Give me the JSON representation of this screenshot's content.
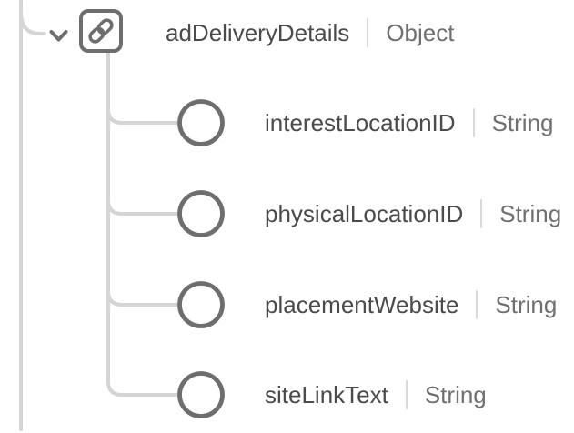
{
  "colors": {
    "bg": "#ffffff",
    "name-text": "#4b4b4b",
    "type-text": "#707070",
    "connector": "#d5d5d5",
    "icon-stroke": "#6e6e6e",
    "divider": "#d9d9d9"
  },
  "icons": {
    "root_node": "link-icon",
    "expander": "chevron-down-icon",
    "field_node": "circle-icon"
  },
  "schema_tree": {
    "root": {
      "name": "adDeliveryDetails",
      "type": "Object",
      "expanded": true
    },
    "children": [
      {
        "name": "interestLocationID",
        "type": "String"
      },
      {
        "name": "physicalLocationID",
        "type": "String"
      },
      {
        "name": "placementWebsite",
        "type": "String"
      },
      {
        "name": "siteLinkText",
        "type": "String"
      }
    ]
  }
}
